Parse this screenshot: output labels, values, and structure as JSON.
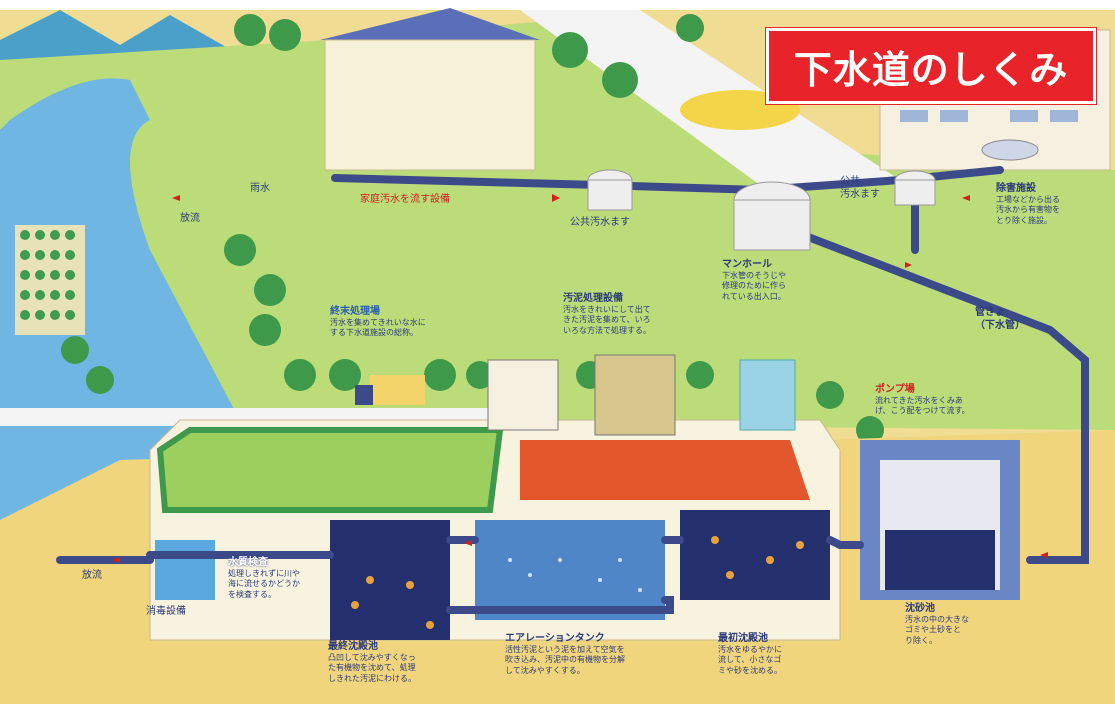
{
  "title": "下水道のしくみ",
  "labels": {
    "ame": "雨水",
    "houryu_top": "放流",
    "katei": "家庭汚水を流す設備",
    "kokyo_masu": "公共汚水ます",
    "kokyo_masu2": "公共\n汚水ます",
    "jogai": "除害施設",
    "jogai_desc": [
      "工場などから出る",
      "汚水から有害物を",
      "とり除く施設。"
    ],
    "manhole": "マンホール",
    "manhole_desc": [
      "下水管のそうじや",
      "修理のために作ら",
      "れている出入口。"
    ],
    "kankyo": "管きょ",
    "kankyo2": "（下水管）",
    "shumatsu": "終末処理場",
    "shumatsu_desc": [
      "汚水を集めてきれいな水に",
      "する下水道施設の総称。"
    ],
    "odei": "汚泥処理設備",
    "odei_desc": [
      "汚水をきれいにして出て",
      "きた汚泥を集めて、いろ",
      "いろな方法で処理する。"
    ],
    "pump": "ポンプ場",
    "pump_desc": [
      "流れてきた汚水をくみあ",
      "げ、こう配をつけて流す。"
    ],
    "suishitsu": "水質検査",
    "suishitsu_desc": [
      "処理しきれずに川や",
      "海に流せるかどうか",
      "を検査する。"
    ],
    "houryu_bottom": "放流",
    "shodoku": "消毒設備",
    "saishu": "最終沈殿池",
    "saishu_desc": [
      "凸凹して沈みやすくなっ",
      "た有機物を沈めて、処理",
      "しきれた汚泥にわける。"
    ],
    "aeration": "エアレーションタンク",
    "aeration_desc": [
      "活性汚泥という泥を加えて空気を",
      "吹き込み、汚泥中の有機物を分解",
      "して沈みやすくする。"
    ],
    "saisho": "最初沈殿池",
    "saisho_desc": [
      "汚水をゆるやかに",
      "流して、小さなゴ",
      "ミや砂を沈める。"
    ],
    "chinsa": "沈砂池",
    "chinsa_desc": [
      "汚水の中の大きな",
      "ゴミや土砂をと",
      "り除く。"
    ]
  },
  "colors": {
    "sky": "#ffffff",
    "grass": "#b7d97a",
    "ground": "#e9cf7a",
    "river": "#6fb6e3",
    "pipe": "#3d4a8a",
    "tank_dark": "#24306e",
    "tank_light": "#4e86c8",
    "court": "#e2572c",
    "title_bg": "#e8242a",
    "label_red": "#d0211d",
    "label_blue": "#2a5fb0"
  }
}
